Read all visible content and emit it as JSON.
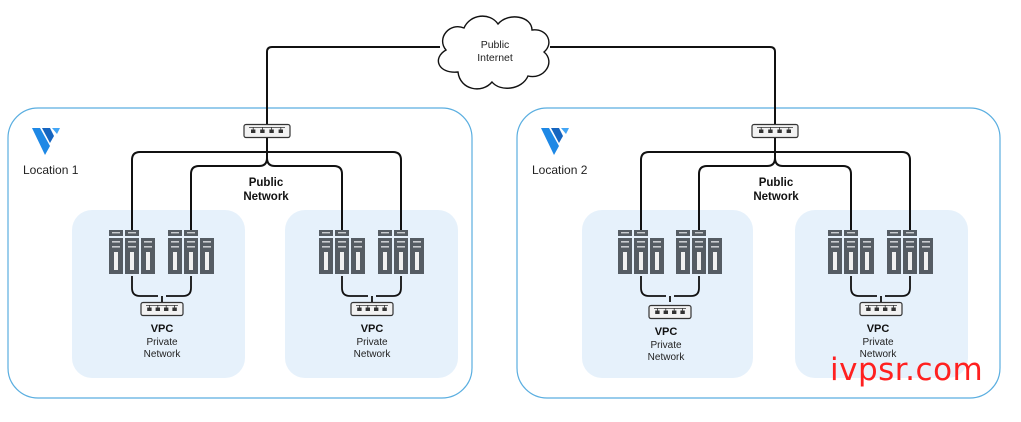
{
  "cloud": {
    "line1": "Public",
    "line2": "Internet"
  },
  "locations": [
    {
      "label": "Location 1",
      "public_network": [
        "Public",
        "Network"
      ],
      "vpcs": [
        {
          "title": "VPC",
          "line1": "Private",
          "line2": "Network"
        },
        {
          "title": "VPC",
          "line1": "Private",
          "line2": "Network"
        }
      ]
    },
    {
      "label": "Location 2",
      "public_network": [
        "Public",
        "Network"
      ],
      "vpcs": [
        {
          "title": "VPC",
          "line1": "Private",
          "line2": "Network"
        },
        {
          "title": "VPC",
          "line1": "Private",
          "line2": "Network"
        }
      ]
    }
  ],
  "watermark": "ivpsr.com",
  "colors": {
    "location_border": "#5aaee0",
    "vpc_fill": "#e6f1fb",
    "logo": "#1e88e5",
    "server": "#555c63",
    "line": "#111111",
    "watermark": "#ff2020"
  },
  "icons": [
    "cloud-icon",
    "network-switch-icon",
    "server-rack-icon",
    "vultr-logo-icon"
  ]
}
